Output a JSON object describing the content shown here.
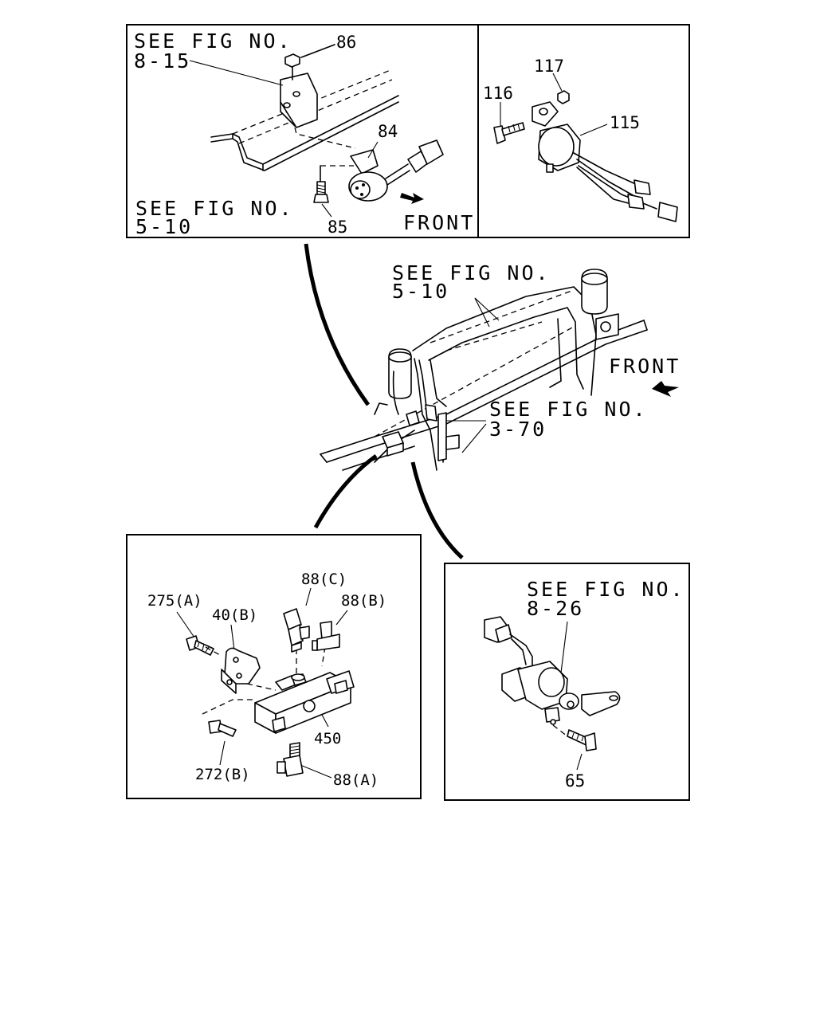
{
  "panels": {
    "top_left": {
      "refs": [
        {
          "line1": "SEE FIG NO.",
          "line2": "8-15"
        },
        {
          "line1": "SEE FIG NO.",
          "line2": "5-10"
        }
      ],
      "callouts": [
        "86",
        "84",
        "85"
      ],
      "front_label": "FRONT"
    },
    "top_right": {
      "callouts": [
        "117",
        "116",
        "115"
      ]
    },
    "main": {
      "refs": [
        {
          "line1": "SEE FIG NO.",
          "line2": "5-10"
        },
        {
          "line1": "SEE FIG NO.",
          "line2": "3-70"
        }
      ],
      "front_label": "FRONT"
    },
    "bottom_left": {
      "callouts": [
        "88(C)",
        "275(A)",
        "88(B)",
        "40(B)",
        "450",
        "272(B)",
        "88(A)"
      ]
    },
    "bottom_right": {
      "refs": [
        {
          "line1": "SEE FIG NO.",
          "line2": "8-26"
        }
      ],
      "callouts": [
        "65"
      ]
    }
  }
}
